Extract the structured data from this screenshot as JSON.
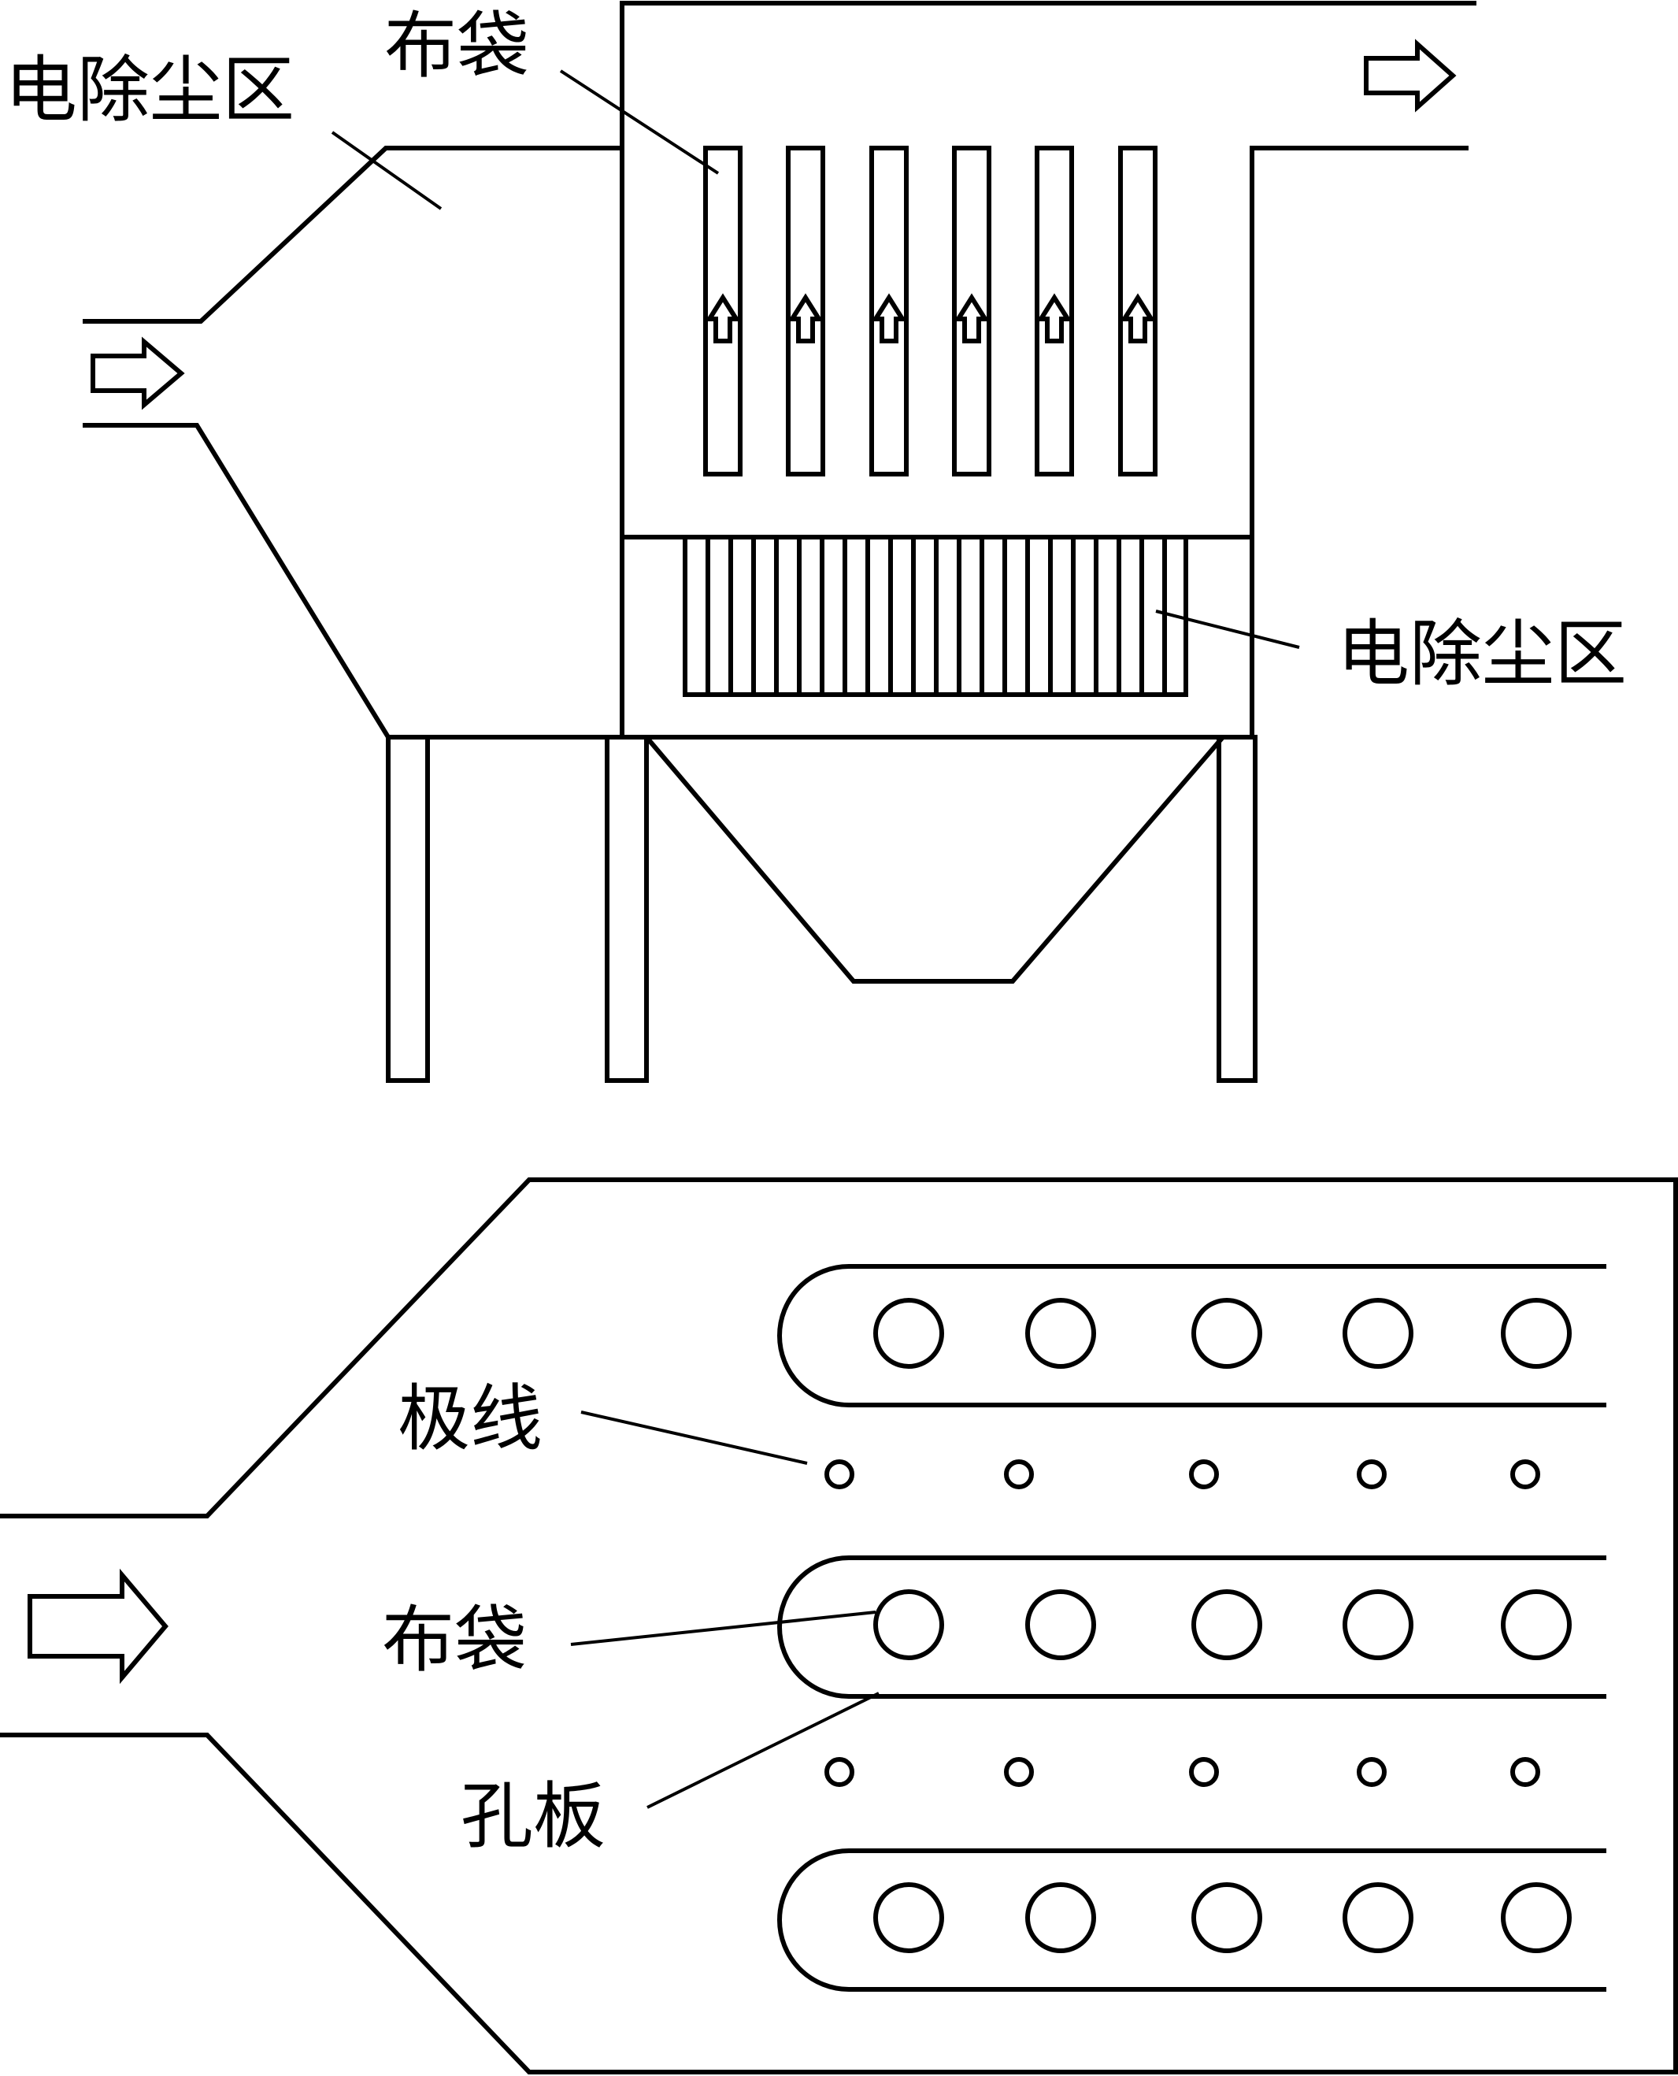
{
  "labels": {
    "top_esp_zone": "电除尘区",
    "top_filter_bag": "布袋",
    "right_esp_zone": "电除尘区",
    "electrode_wire": "极线",
    "bottom_filter_bag": "布袋",
    "orifice_plate": "孔板"
  }
}
